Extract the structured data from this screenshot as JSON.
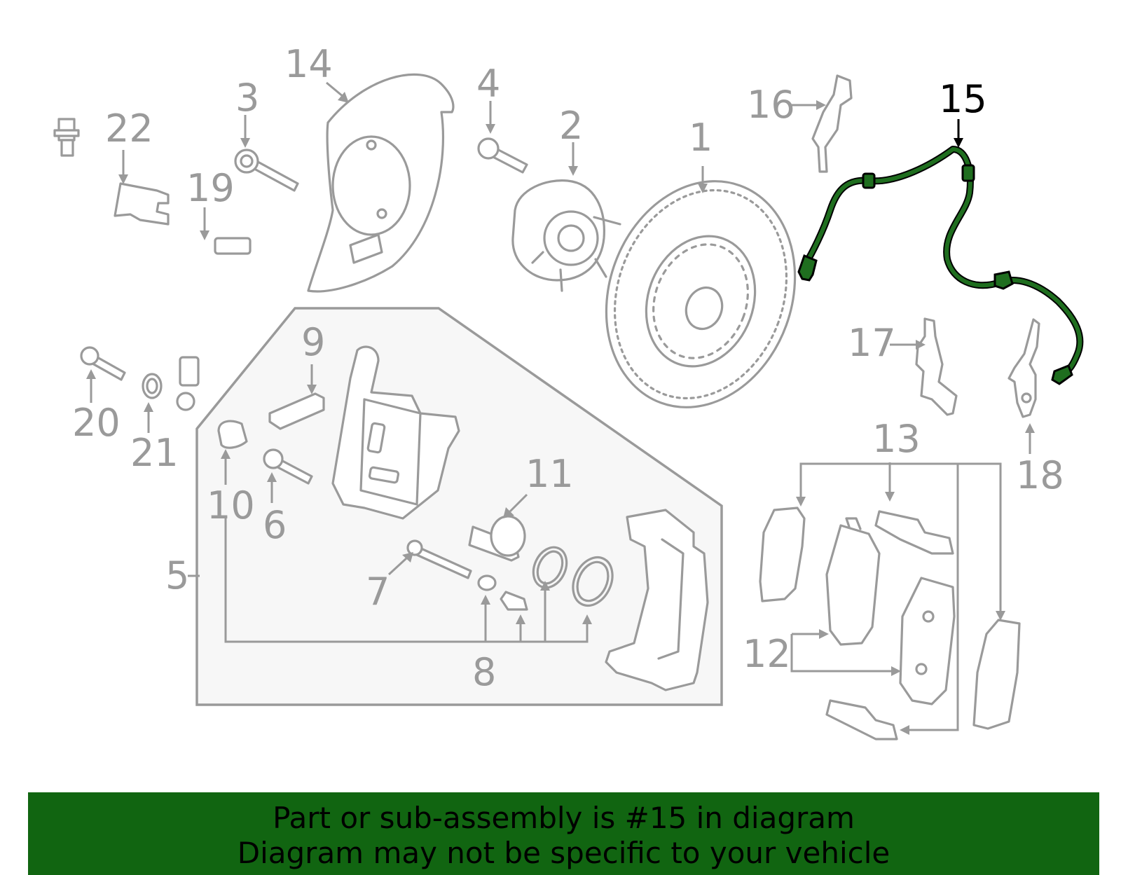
{
  "diagram": {
    "callouts": [
      {
        "id": "1",
        "label": "1"
      },
      {
        "id": "2",
        "label": "2"
      },
      {
        "id": "3",
        "label": "3"
      },
      {
        "id": "4",
        "label": "4"
      },
      {
        "id": "5",
        "label": "5"
      },
      {
        "id": "6",
        "label": "6"
      },
      {
        "id": "7",
        "label": "7"
      },
      {
        "id": "8",
        "label": "8"
      },
      {
        "id": "9",
        "label": "9"
      },
      {
        "id": "10",
        "label": "10"
      },
      {
        "id": "11",
        "label": "11"
      },
      {
        "id": "12",
        "label": "12"
      },
      {
        "id": "13",
        "label": "13"
      },
      {
        "id": "14",
        "label": "14"
      },
      {
        "id": "15",
        "label": "15",
        "highlighted": true
      },
      {
        "id": "16",
        "label": "16"
      },
      {
        "id": "17",
        "label": "17"
      },
      {
        "id": "18",
        "label": "18"
      },
      {
        "id": "19",
        "label": "19"
      },
      {
        "id": "20",
        "label": "20"
      },
      {
        "id": "21",
        "label": "21"
      },
      {
        "id": "22",
        "label": "22"
      }
    ]
  },
  "banner": {
    "line1": "Part or sub-assembly is #15 in diagram",
    "line2": "Diagram may not be specific to your vehicle"
  },
  "colors": {
    "line_art": "#9a9a9a",
    "highlight_part": "#1f6e1f",
    "highlight_label": "#000000",
    "banner_bg": "#116511",
    "banner_text": "#000000",
    "assembly_box_fill": "#f7f7f7"
  }
}
